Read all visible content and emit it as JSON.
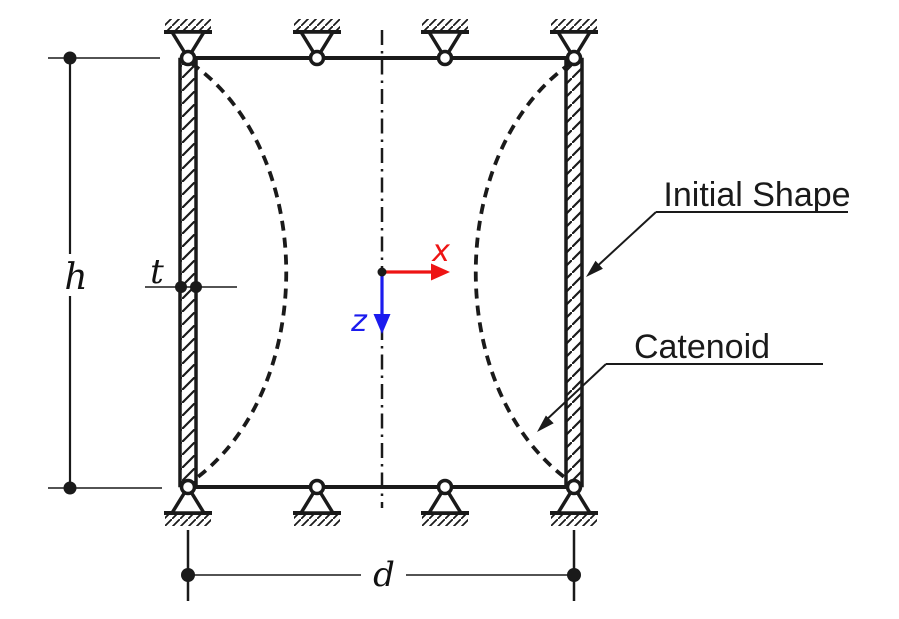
{
  "figure": {
    "background": "#ffffff",
    "ink_color": "#1a1a1a",
    "annotations": {
      "initial_shape": {
        "label": "Initial Shape"
      },
      "catenoid": {
        "label": "Catenoid"
      }
    },
    "dimensions": {
      "height": {
        "label": "h"
      },
      "thickness": {
        "label": "t"
      },
      "diameter": {
        "label": "d"
      }
    },
    "axes": {
      "x": {
        "label": "x",
        "color": "#ee1414"
      },
      "z": {
        "label": "z",
        "color": "#1b1bee"
      }
    },
    "supports": {
      "type": "pinned-support",
      "count_top": 4,
      "count_bottom": 4
    }
  }
}
